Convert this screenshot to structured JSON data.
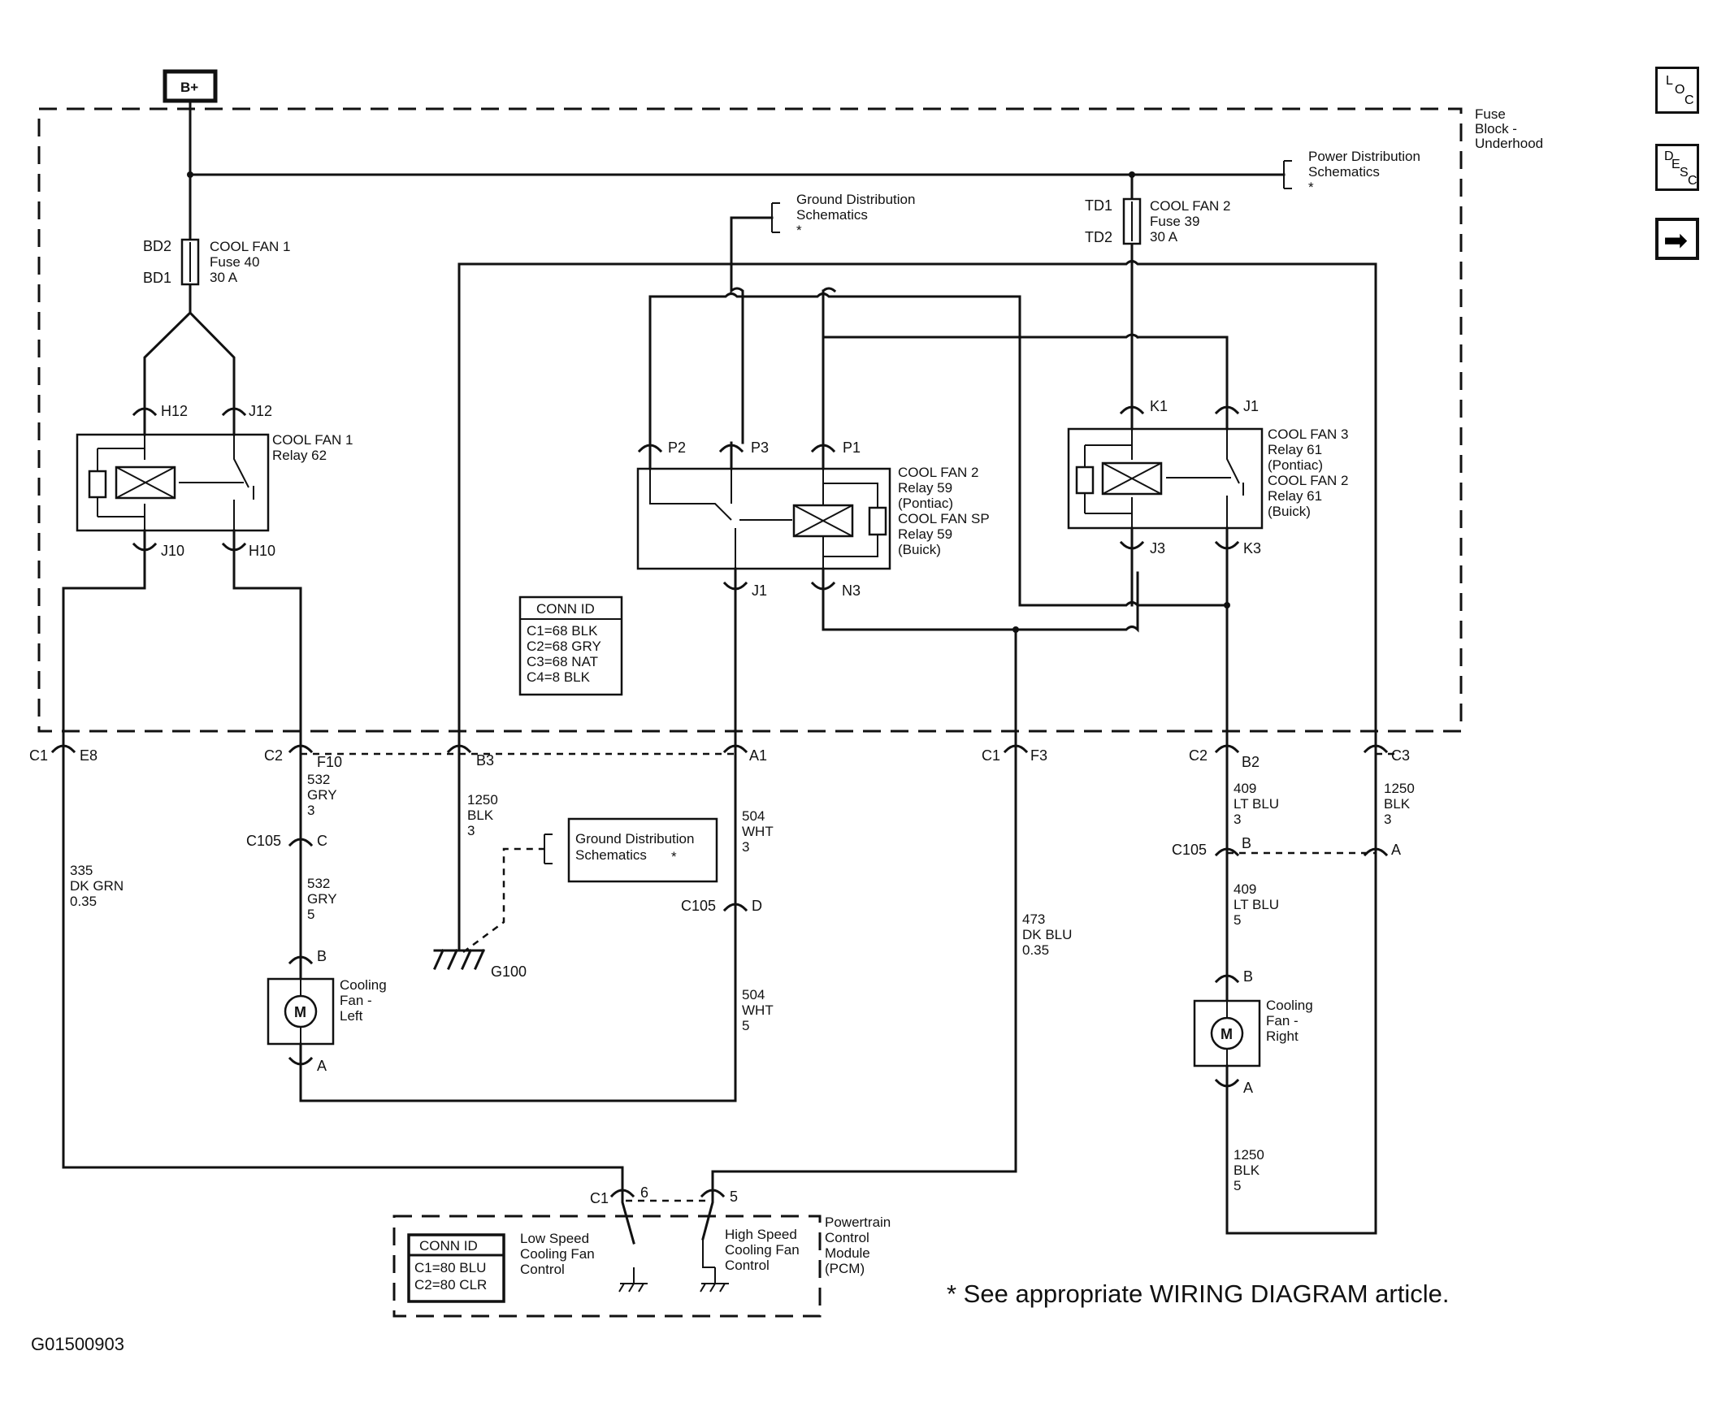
{
  "battery": "B+",
  "fuse_block": [
    "Fuse",
    "Block -",
    "Underhood"
  ],
  "power_dist": [
    "Power Distribution",
    "Schematics",
    "*"
  ],
  "ground_dist_top": [
    "Ground Distribution",
    "Schematics",
    "*"
  ],
  "ground_dist_mid": [
    "Ground Distribution",
    "Schematics",
    "*"
  ],
  "fuse1": {
    "pin_top": "BD2",
    "pin_bottom": "BD1",
    "lines": [
      "COOL FAN 1",
      "Fuse 40",
      "30 A"
    ]
  },
  "fuse2": {
    "pin_top": "TD1",
    "pin_bottom": "TD2",
    "lines": [
      "COOL FAN 2",
      "Fuse 39",
      "30 A"
    ]
  },
  "relay1": {
    "lines": [
      "COOL FAN 1",
      "Relay 62"
    ],
    "pins": [
      "H12",
      "J12",
      "J10",
      "H10"
    ]
  },
  "relay2": {
    "lines": [
      "COOL FAN 2",
      "Relay 59",
      "(Pontiac)",
      "COOL FAN SP",
      "Relay 59",
      "(Buick)"
    ],
    "pins": [
      "P2",
      "P3",
      "P1",
      "J1",
      "N3"
    ]
  },
  "relay3": {
    "lines": [
      "COOL FAN 3",
      "Relay 61",
      "(Pontiac)",
      "COOL FAN 2",
      "Relay 61",
      "(Buick)"
    ],
    "pins": [
      "K1",
      "J1",
      "J3",
      "K3"
    ]
  },
  "conn_id_1": {
    "title": "CONN ID",
    "rows": [
      "C1=68 BLK",
      "C2=68 GRY",
      "C3=68 NAT",
      "C4=8 BLK"
    ]
  },
  "conn_id_2": {
    "title": "CONN ID",
    "rows": [
      "C1=80 BLU",
      "C2=80 CLR"
    ]
  },
  "connectors": {
    "c1_e8": [
      "C1",
      "E8"
    ],
    "c2_f10": [
      "C2",
      "F10"
    ],
    "b3": "B3",
    "a1": "A1",
    "c1_f3": [
      "C1",
      "F3"
    ],
    "c2_b2": [
      "C2",
      "B2"
    ],
    "c3": "C3",
    "c105_c": [
      "C105",
      "C"
    ],
    "c105_d": [
      "C105",
      "D"
    ],
    "c105_b": [
      "C105",
      "B"
    ],
    "c105_a": "A",
    "pcm_c1_6": [
      "C1",
      "6"
    ],
    "pcm_5": "5"
  },
  "wires": {
    "w335": [
      "335",
      "DK GRN",
      "0.35"
    ],
    "w532a": [
      "532",
      "GRY",
      "3"
    ],
    "w532b": [
      "532",
      "GRY",
      "5"
    ],
    "w1250a": [
      "1250",
      "BLK",
      "3"
    ],
    "w504a": [
      "504",
      "WHT",
      "3"
    ],
    "w504b": [
      "504",
      "WHT",
      "5"
    ],
    "w473": [
      "473",
      "DK BLU",
      "0.35"
    ],
    "w409a": [
      "409",
      "LT BLU",
      "3"
    ],
    "w409b": [
      "409",
      "LT BLU",
      "5"
    ],
    "w1250b": [
      "1250",
      "BLK",
      "3"
    ],
    "w1250c": [
      "1250",
      "BLK",
      "5"
    ]
  },
  "fan_left": {
    "pin_top": "B",
    "pin_bottom": "A",
    "motor": "M",
    "lines": [
      "Cooling",
      "Fan -",
      "Left"
    ]
  },
  "fan_right": {
    "pin_top": "B",
    "pin_bottom": "A",
    "motor": "M",
    "lines": [
      "Cooling",
      "Fan -",
      "Right"
    ]
  },
  "ground": "G100",
  "pcm": {
    "low": [
      "Low Speed",
      "Cooling Fan",
      "Control"
    ],
    "high": [
      "High Speed",
      "Cooling Fan",
      "Control"
    ],
    "module": [
      "Powertrain",
      "Control",
      "Module",
      "(PCM)"
    ]
  },
  "footnote": "* See appropriate WIRING DIAGRAM article.",
  "figure_id": "G01500903",
  "nav": {
    "loc": [
      "L",
      "O",
      "C"
    ],
    "desc": [
      "D",
      "E",
      "S",
      "C"
    ],
    "next_arrow": "➡"
  }
}
